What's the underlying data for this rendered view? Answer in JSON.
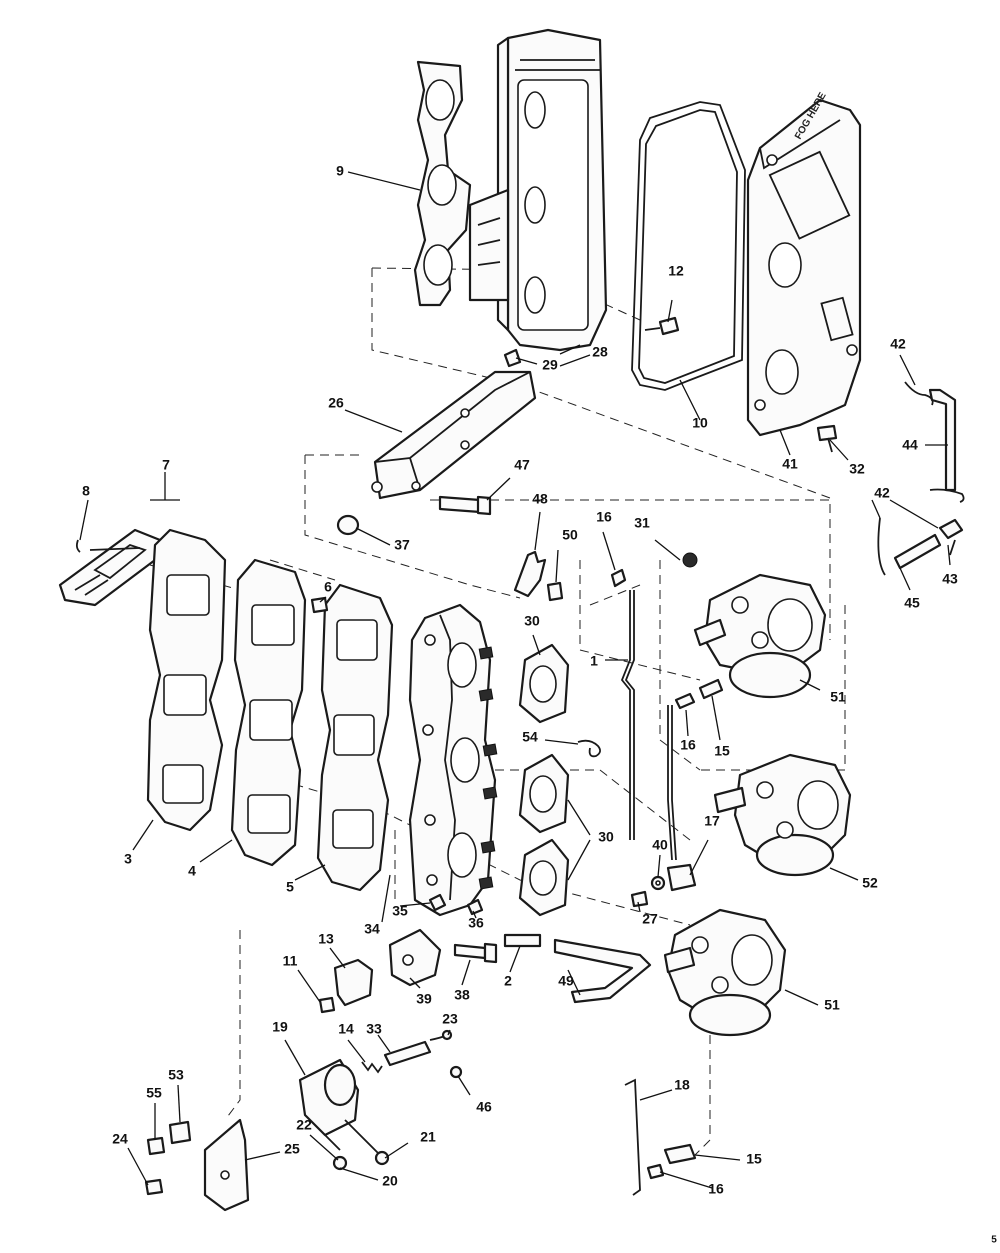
{
  "diagram": {
    "cover_decal_text": "FOG HERE",
    "callouts": [
      {
        "id": "c9",
        "label": "9"
      },
      {
        "id": "c12",
        "label": "12"
      },
      {
        "id": "c29",
        "label": "29"
      },
      {
        "id": "c28",
        "label": "28"
      },
      {
        "id": "c10",
        "label": "10"
      },
      {
        "id": "c41",
        "label": "41"
      },
      {
        "id": "c42a",
        "label": "42"
      },
      {
        "id": "c44",
        "label": "44"
      },
      {
        "id": "c32",
        "label": "32"
      },
      {
        "id": "c26",
        "label": "26"
      },
      {
        "id": "c47",
        "label": "47"
      },
      {
        "id": "c7",
        "label": "7"
      },
      {
        "id": "c8",
        "label": "8"
      },
      {
        "id": "c48",
        "label": "48"
      },
      {
        "id": "c16a",
        "label": "16"
      },
      {
        "id": "c31",
        "label": "31"
      },
      {
        "id": "c42b",
        "label": "42"
      },
      {
        "id": "c43",
        "label": "43"
      },
      {
        "id": "c45",
        "label": "45"
      },
      {
        "id": "c37",
        "label": "37"
      },
      {
        "id": "c50",
        "label": "50"
      },
      {
        "id": "c6",
        "label": "6"
      },
      {
        "id": "c30a",
        "label": "30"
      },
      {
        "id": "c1",
        "label": "1"
      },
      {
        "id": "c51a",
        "label": "51"
      },
      {
        "id": "c54",
        "label": "54"
      },
      {
        "id": "c16b",
        "label": "16"
      },
      {
        "id": "c15a",
        "label": "15"
      },
      {
        "id": "c3",
        "label": "3"
      },
      {
        "id": "c4",
        "label": "4"
      },
      {
        "id": "c5",
        "label": "5"
      },
      {
        "id": "c30b",
        "label": "30"
      },
      {
        "id": "c17",
        "label": "17"
      },
      {
        "id": "c40",
        "label": "40"
      },
      {
        "id": "c52",
        "label": "52"
      },
      {
        "id": "c35",
        "label": "35"
      },
      {
        "id": "c36",
        "label": "36"
      },
      {
        "id": "c34",
        "label": "34"
      },
      {
        "id": "c27",
        "label": "27"
      },
      {
        "id": "c13",
        "label": "13"
      },
      {
        "id": "c11",
        "label": "11"
      },
      {
        "id": "c39",
        "label": "39"
      },
      {
        "id": "c38",
        "label": "38"
      },
      {
        "id": "c2",
        "label": "2"
      },
      {
        "id": "c49",
        "label": "49"
      },
      {
        "id": "c51b",
        "label": "51"
      },
      {
        "id": "c19",
        "label": "19"
      },
      {
        "id": "c14",
        "label": "14"
      },
      {
        "id": "c33",
        "label": "33"
      },
      {
        "id": "c23",
        "label": "23"
      },
      {
        "id": "c46",
        "label": "46"
      },
      {
        "id": "c18",
        "label": "18"
      },
      {
        "id": "c53",
        "label": "53"
      },
      {
        "id": "c55",
        "label": "55"
      },
      {
        "id": "c24",
        "label": "24"
      },
      {
        "id": "c22",
        "label": "22"
      },
      {
        "id": "c21",
        "label": "21"
      },
      {
        "id": "c25",
        "label": "25"
      },
      {
        "id": "c20",
        "label": "20"
      },
      {
        "id": "c15b",
        "label": "15"
      },
      {
        "id": "c16c",
        "label": "16"
      }
    ],
    "page_mark": "5"
  }
}
